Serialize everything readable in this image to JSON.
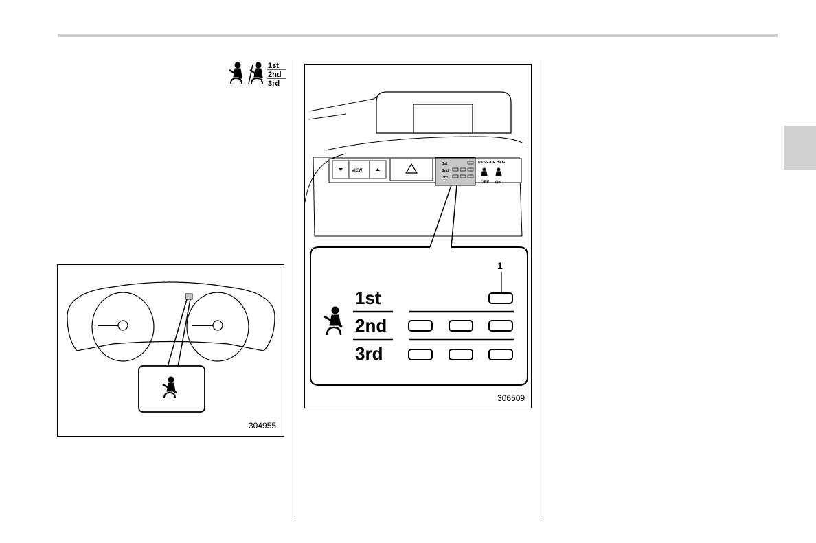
{
  "heading_icon": {
    "labels": [
      "1st",
      "2nd",
      "3rd"
    ],
    "separator": "/"
  },
  "figure1": {
    "number": "304955",
    "icon": "seatbelt-warning-icon"
  },
  "figure2": {
    "number": "306509",
    "panel_buttons": [
      "VIEW",
      "PASS AIR BAG",
      "OFF",
      "ON"
    ],
    "panel_rows": [
      "1st",
      "2nd",
      "3rd"
    ],
    "callout_rows": [
      "1st",
      "2nd",
      "3rd"
    ],
    "callout_marker": "1",
    "icon": "seatbelt-warning-icon"
  }
}
